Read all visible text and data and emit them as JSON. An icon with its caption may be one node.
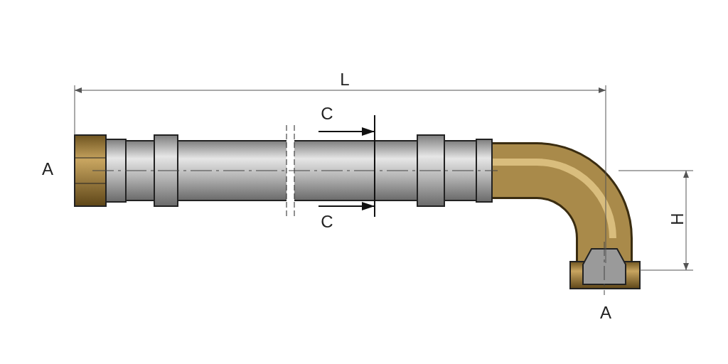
{
  "diagram": {
    "labels": [
      "L",
      "C",
      "A",
      "H",
      "C",
      "A"
    ]
  }
}
